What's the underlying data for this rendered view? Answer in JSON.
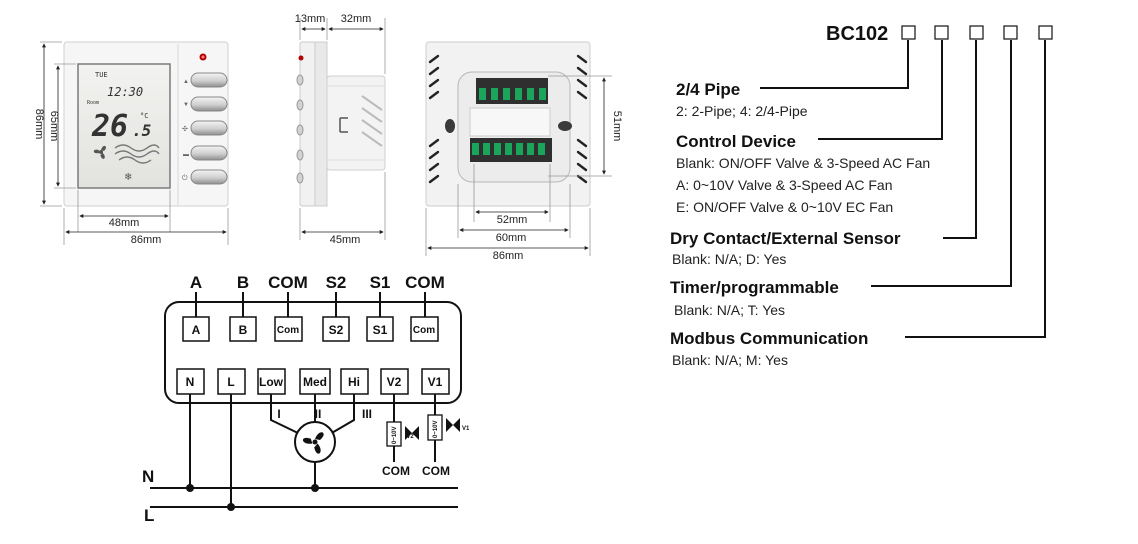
{
  "front_view": {
    "lcd_day": "TUE",
    "lcd_time": "12:30",
    "lcd_room": "Room",
    "lcd_temp": "26",
    "lcd_temp_decimal": ".5",
    "lcd_unit": "°C",
    "dim_height_outer": "86mm",
    "dim_height_inner": "65mm",
    "dim_width_lcd": "48mm",
    "dim_width_outer": "86mm"
  },
  "side_view": {
    "dim_front": "13mm",
    "dim_back": "32mm",
    "dim_depth": "45mm"
  },
  "back_view": {
    "dim_height": "51mm",
    "dim_width_inner": "52mm",
    "dim_width_mid": "60mm",
    "dim_width_outer": "86mm"
  },
  "wiring": {
    "top_labels": [
      "A",
      "B",
      "COM",
      "S2",
      "S1",
      "COM"
    ],
    "top_terminals": [
      "A",
      "B",
      "Com",
      "S2",
      "S1",
      "Com"
    ],
    "bottom_terminals": [
      "N",
      "L",
      "Low",
      "Med",
      "Hi",
      "V2",
      "V1"
    ],
    "speed_marks": [
      "I",
      "II",
      "III"
    ],
    "valve_voltage": "0~10V",
    "valve_names": [
      "V2",
      "V1"
    ],
    "valve_com": "COM",
    "bus_n": "N",
    "bus_l": "L"
  },
  "ordering": {
    "model": "BC102",
    "options": [
      {
        "title": "2/4 Pipe",
        "lines": [
          "2: 2-Pipe; 4: 2/4-Pipe"
        ]
      },
      {
        "title": "Control Device",
        "lines": [
          "Blank: ON/OFF Valve & 3-Speed AC Fan",
          "A: 0~10V Valve & 3-Speed AC Fan",
          "E: ON/OFF Valve & 0~10V EC Fan"
        ]
      },
      {
        "title": "Dry Contact/External Sensor",
        "lines": [
          "Blank: N/A; D: Yes"
        ]
      },
      {
        "title": "Timer/programmable",
        "lines": [
          "Blank: N/A; T: Yes"
        ]
      },
      {
        "title": "Modbus Communication",
        "lines": [
          "Blank: N/A; M: Yes"
        ]
      }
    ]
  }
}
